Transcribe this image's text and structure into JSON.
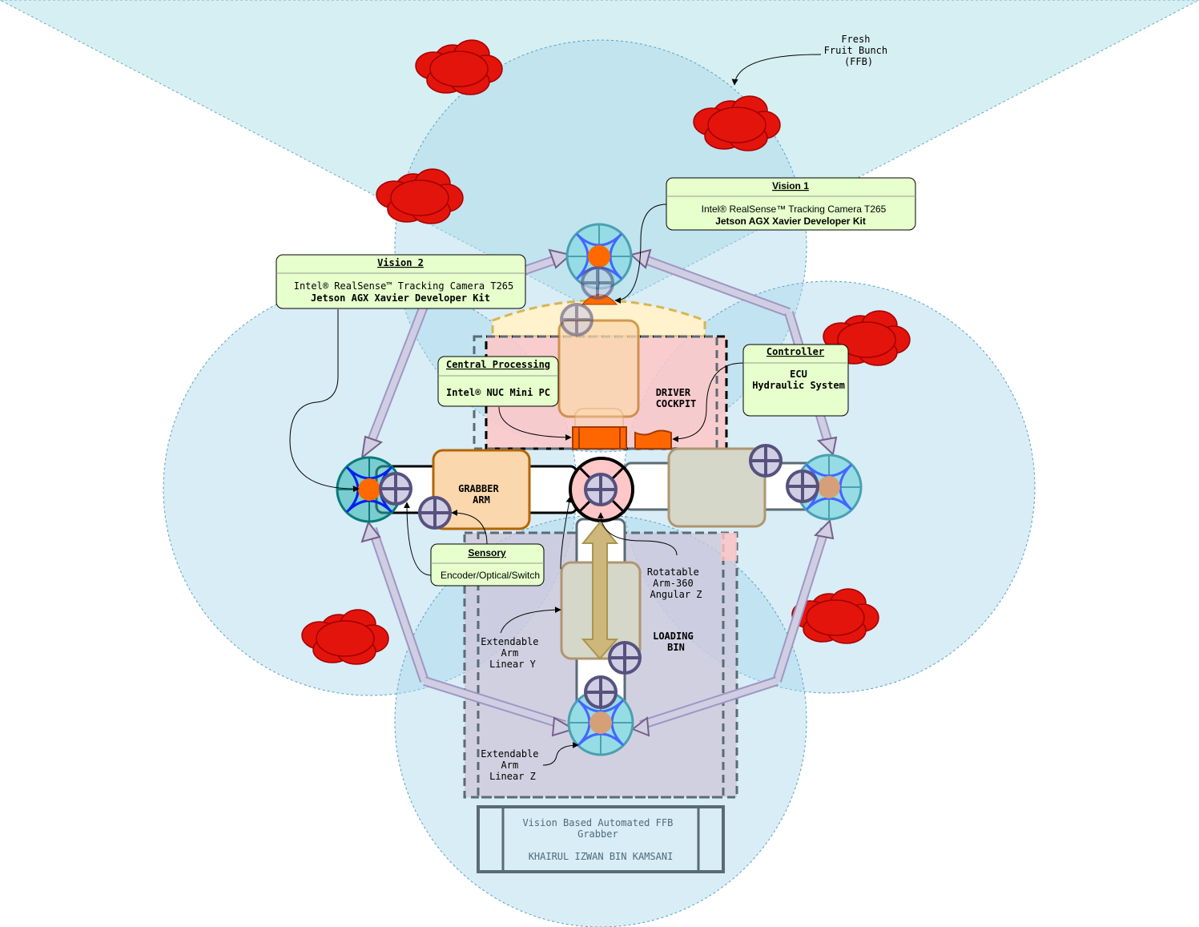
{
  "colors": {
    "fov": "#b5e2ea",
    "range_circle": "#a9d8ea",
    "cloud": "#e3140c",
    "note_fill": "#e6ffcc",
    "cockpit": "#ffc7c7",
    "bin": "#cfc6d9",
    "arm_orange": "#fad7ac",
    "arrow_purple": "#d0cee2",
    "cross": "#76608a",
    "wheel": "#95dce5",
    "wheel_spoke": "#4466ff",
    "hub_orange": "#ff6a00",
    "hub_tan": "#d5a077",
    "yellow_arc": "#fff2cc",
    "actuator": "#ff6600"
  },
  "labels": {
    "ffb": [
      "Fresh",
      "Fruit Bunch",
      "(FFB)"
    ],
    "driver_cockpit": [
      "DRIVER",
      "COCKPIT"
    ],
    "grabber_arm": [
      "GRABBER",
      "ARM"
    ],
    "rotatable": [
      "Rotatable",
      "Arm-360",
      "Angular Z"
    ],
    "loading_bin": [
      "LOADING",
      "BIN"
    ],
    "ext_y": [
      "Extendable",
      "Arm",
      "Linear Y"
    ],
    "ext_z": [
      "Extendable",
      "Arm",
      "Linear Z"
    ]
  },
  "notes": {
    "vision1": {
      "title": "Vision 1",
      "line1": "Intel® RealSense™ Tracking Camera T265",
      "line2": "Jetson AGX Xavier Developer Kit"
    },
    "vision2": {
      "title": "Vision 2",
      "line1": "Intel® RealSense™ Tracking Camera T265",
      "line2": "Jetson AGX Xavier Developer Kit"
    },
    "central": {
      "title": "Central Processing",
      "line1": "Intel® NUC Mini PC"
    },
    "controller": {
      "title": "Controller",
      "line1": "ECU",
      "line2": "Hydraulic System"
    },
    "sensory": {
      "title": "Sensory",
      "line1": "Encoder/Optical/Switch"
    }
  },
  "title_block": {
    "line1": "Vision Based Automated FFB",
    "line2": "Grabber",
    "author": "KHAIRUL IZWAN BIN KAMSANI"
  }
}
